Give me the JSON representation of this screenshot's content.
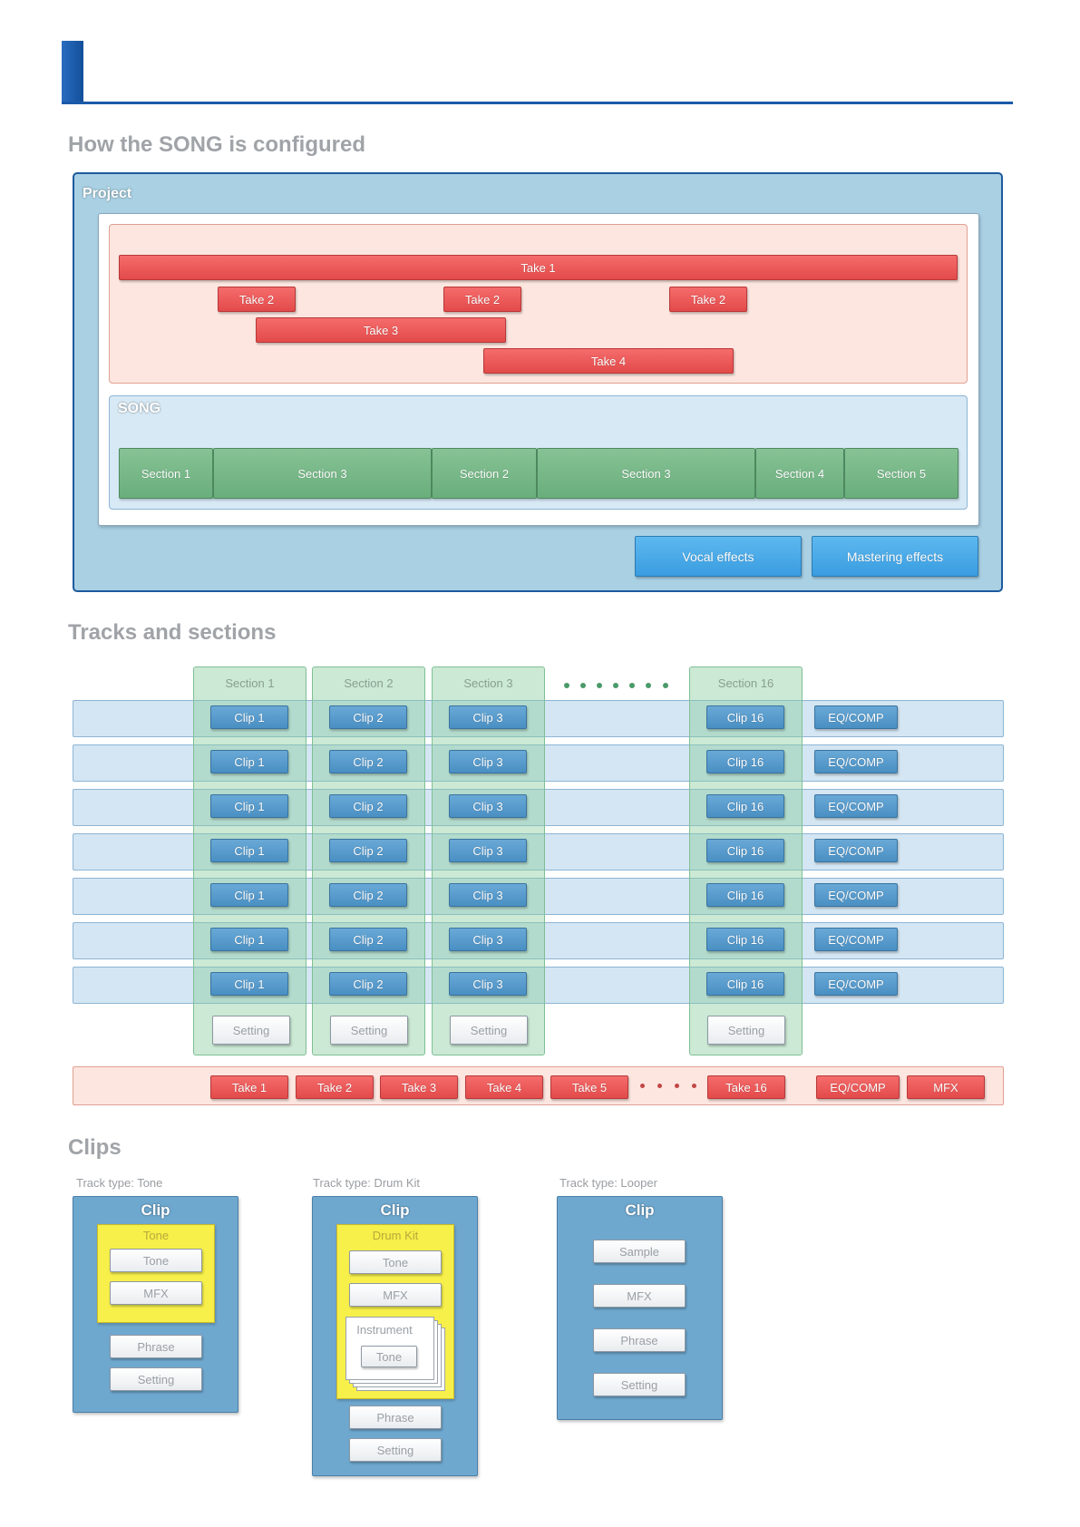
{
  "colors": {
    "accent_blue": "#1a5aa8",
    "take_red": "#e85555",
    "section_green": "#78b889",
    "clip_blue": "#5a9dcc",
    "yellow": "#f7ef4a"
  },
  "song_config": {
    "heading": "How the SONG is configured",
    "project_label": "Project",
    "takes": {
      "take1": "Take 1",
      "take2": [
        "Take 2",
        "Take 2",
        "Take 2"
      ],
      "take3": "Take 3",
      "take4": "Take 4"
    },
    "song_label": "SONG",
    "sections": [
      "Section 1",
      "Section 3",
      "Section 2",
      "Section 3",
      "Section 4",
      "Section 5"
    ],
    "vocal_effects": "Vocal effects",
    "mastering_effects": "Mastering effects"
  },
  "tracks_sections": {
    "heading": "Tracks and sections",
    "section_headers": [
      "Section 1",
      "Section 2",
      "Section 3",
      "Section 16"
    ],
    "clip_columns": [
      "Clip 1",
      "Clip 2",
      "Clip 3",
      "Clip 16"
    ],
    "eq_comp": "EQ/COMP",
    "setting": "Setting",
    "take_row": [
      "Take 1",
      "Take 2",
      "Take 3",
      "Take 4",
      "Take 5",
      "Take 16"
    ],
    "take_eq_comp": "EQ/COMP",
    "mfx": "MFX"
  },
  "clips": {
    "heading": "Clips",
    "tone": {
      "track_type": "Track type: Tone",
      "clip_label": "Clip",
      "group_label": "Tone",
      "group_items": [
        "Tone",
        "MFX"
      ],
      "items": [
        "Phrase",
        "Setting"
      ]
    },
    "drumkit": {
      "track_type": "Track type: Drum Kit",
      "clip_label": "Clip",
      "group_label": "Drum Kit",
      "group_items": [
        "Tone",
        "MFX"
      ],
      "instrument_label": "Instrument",
      "instrument_tone": "Tone",
      "items": [
        "Phrase",
        "Setting"
      ]
    },
    "looper": {
      "track_type": "Track type: Looper",
      "clip_label": "Clip",
      "items": [
        "Sample",
        "MFX",
        "Phrase",
        "Setting"
      ]
    }
  }
}
